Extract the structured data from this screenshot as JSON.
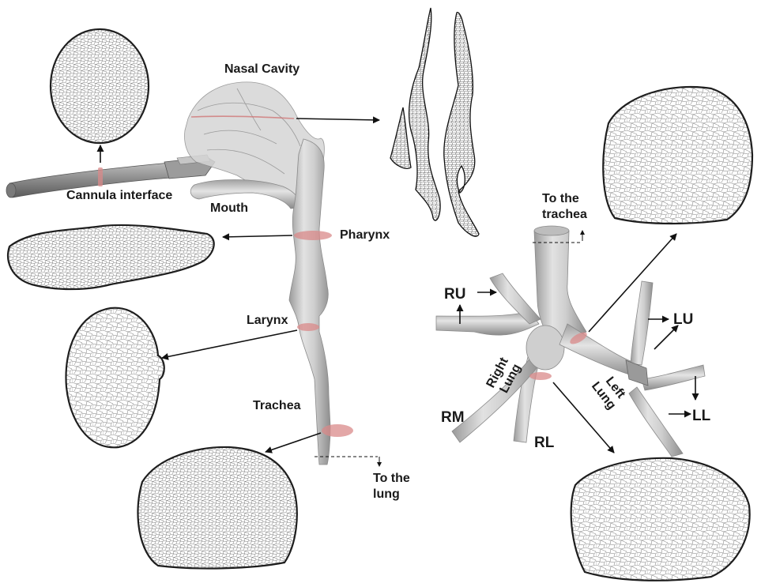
{
  "labels": {
    "nasal_cavity": "Nasal Cavity",
    "cannula_interface": "Cannula interface",
    "mouth": "Mouth",
    "pharynx": "Pharynx",
    "larynx": "Larynx",
    "trachea": "Trachea",
    "to_the_lung_1": "To the",
    "to_the_lung_2": "lung",
    "to_the_trachea_1": "To the",
    "to_the_trachea_2": "trachea",
    "right_lung_1": "Right",
    "right_lung_2": "Lung",
    "left_lung_1": "Left",
    "left_lung_2": "Lung",
    "ru": "RU",
    "rm": "RM",
    "rl": "RL",
    "lu": "LU",
    "ll": "LL"
  },
  "colors": {
    "airway_gray": "#c8c8c8",
    "slice_red": "#d98989",
    "mesh_line": "#555555"
  }
}
